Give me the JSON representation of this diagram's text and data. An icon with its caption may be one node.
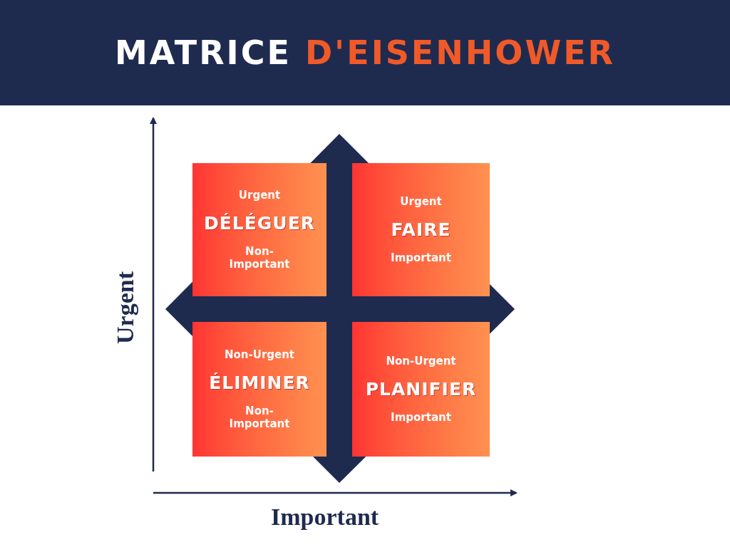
{
  "diagram": {
    "title": "MATRICE D'EISENHOWER",
    "nodes": [
      {
        "text": [
          "Urgent",
          "DÉLÉGUER",
          "Non-Important"
        ]
      },
      {
        "text": [
          "Urgent",
          "FAIRE",
          "Important"
        ]
      },
      {
        "text": [
          "Non-Urgent",
          "ÉLIMINER",
          "Non-Important"
        ]
      },
      {
        "text": [
          "Non-Urgent",
          "PLANIFIER",
          "Important"
        ]
      }
    ],
    "edges": [],
    "labels": [
      "Urgent",
      "Important"
    ]
  }
}
